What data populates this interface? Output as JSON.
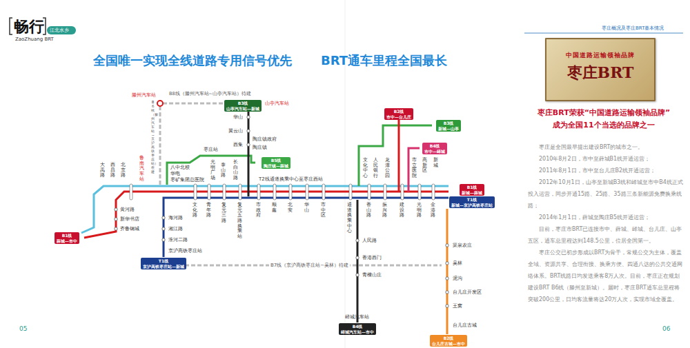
{
  "diagram": {
    "nodes": [
      {
        "text": [
          "B3线",
          "山亭汽车站—新城"
        ]
      },
      {
        "text": [
          "B5线",
          "陶庄镇—薛城"
        ]
      },
      {
        "text": [
          "B1线",
          "薛城—市中"
        ]
      },
      {
        "text": [
          "T1线",
          "京沪高铁枣庄站—新城"
        ]
      },
      {
        "text": [
          "B1线",
          "新城—薛城"
        ]
      },
      {
        "text": [
          "T1线",
          "新城—京沪高铁枣庄站"
        ]
      },
      {
        "text": [
          "B4线",
          "峄城汽车站—市中"
        ]
      },
      {
        "text": [
          "B2线",
          "台儿庄古城—市中"
        ]
      },
      {
        "text": [
          "B2线",
          "市中—台儿庄"
        ]
      },
      {
        "text": [
          "B3线",
          "新城—山亭"
        ]
      },
      {
        "text": [
          "B4线",
          "市中—峄城"
        ]
      },
      {
        "text": [
          "中国道路运输领袖品牌",
          "枣庄BRT"
        ]
      }
    ],
    "labels": [
      "畅行",
      "江北水乡",
      "ZaoZhuang BRT",
      "枣庄概况及枣庄BRT基本情况",
      "全国唯一实现全线道路专用信号优先",
      "BRT通车里程全国最长",
      "滕州汽车站",
      "B8线（滕州汽车站~山亭汽车站）待建",
      "山亭汽车站",
      "B6线（滕州汽车站~京沪高铁枣庄站）在建",
      "T2线通道换乘中心至枣庄西站",
      "B7线（京沪高铁枣庄站~吴林）待建",
      "枣庄BRT荣获“中国道路运输领袖品牌”",
      "成为全国11个当选的品牌之一",
      "枣庄是全国最早提出建设BRT的城市之一。",
      "2010年8月2日，市中至薛城B1线开通运营；",
      "2011年8月1日，市中至台儿庄B2线开通运营；",
      "2012年10月1日，山亭至新城B3线和峄城至市中B4线正式投入运营，同步开通15路、25路、35路三条新能源免费换乘线路；",
      "2014年1月1日，薛城至陶庄B5线开通运营；",
      "目前，枣庄市BRT已连接市中、薛城、峄城、台儿庄、山亭五区，通车总里程达到148.5公里，位居全国第一。",
      "枣庄公交已初步形成以BRT为骨干，常规公交为主体，覆盖全域、资源共享、合理衔接、换乘方便、四通八达的公共交通网络体系。BRT线路日均发送乘客8万人次。目前，枣庄正在规划建设BRT B6线（滕州至新城）。届时，枣庄BRT通车总里程将突破200公里，日均客流量将达20万人次，实现市域全覆盖。",
      "05",
      "06",
      "华山",
      "翼云山",
      "西集",
      "陶庄镇政府",
      "陶庄镇",
      "枣庄站",
      "八中北校",
      "华电",
      "枣矿集团总医院",
      "大禹路",
      "西昌路",
      "北京路",
      "鲁南汽车站",
      "黄河路",
      "新华书店",
      "齐鲁钢城",
      "光明广场",
      "泰山路",
      "长白山路",
      "海河路",
      "湘江路",
      "淮河二路",
      "京沪高铁枣庄站",
      "文化路",
      "青年路",
      "复元三路",
      "复元五路换乘站",
      "市政府",
      "顺鑫",
      "北安",
      "华山",
      "市中区",
      "通道换乘中心",
      "香山路",
      "振兴路",
      "建设路",
      "光明路",
      "金港路",
      "人民路",
      "香港西门",
      "青檀山庄",
      "峄城汽车站",
      "渠泉农庄",
      "吴林",
      "泥沟",
      "台儿庄开发区",
      "王窝",
      "台儿庄古城",
      "文化中心",
      "人民银行",
      "龙潭公园",
      "市立医院",
      "高新区",
      "新城"
    ]
  }
}
